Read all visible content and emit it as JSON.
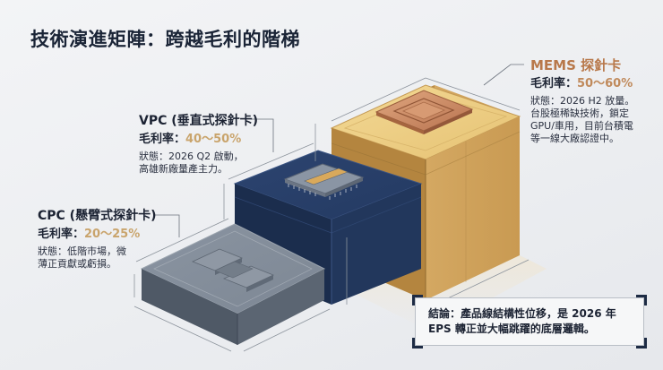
{
  "title": "技術演進矩陣：跨越毛利的階梯",
  "tiers": [
    {
      "id": "cpc",
      "name": "CPC (懸臂式探針卡)",
      "margin_label": "毛利率：",
      "margin_value": "20～25%",
      "status_line1": "狀態：低階市場，微",
      "status_line2": "薄正貢獻或虧損。",
      "block_color": "#5f6a78"
    },
    {
      "id": "vpc",
      "name": "VPC (垂直式探針卡)",
      "margin_label": "毛利率：",
      "margin_value": "40～50%",
      "status_line1": "狀態：2026 Q2 啟動，",
      "status_line2": "高雄新廠量產主力。",
      "block_color": "#1f3458"
    },
    {
      "id": "mems",
      "name": "MEMS 探針卡",
      "margin_label": "毛利率：",
      "margin_value": "50～60%",
      "status_line1": "狀態：2026 H2 放量。",
      "status_line2": "台股極稀缺技術，鎖定",
      "status_line3": "GPU/車用，目前台積電",
      "status_line4": "等一線大廠認證中。",
      "block_color": "#c9a15a"
    }
  ],
  "conclusion": {
    "line1": "結論：產品線結構性位移，是 2026 年",
    "line2": "EPS 轉正並大幅跳躍的底層邏輯。"
  },
  "colors": {
    "title": "#1a2436",
    "mems_accent": "#b8784a",
    "margin_value": "#c9a46c",
    "frame": "#1d2b44"
  }
}
